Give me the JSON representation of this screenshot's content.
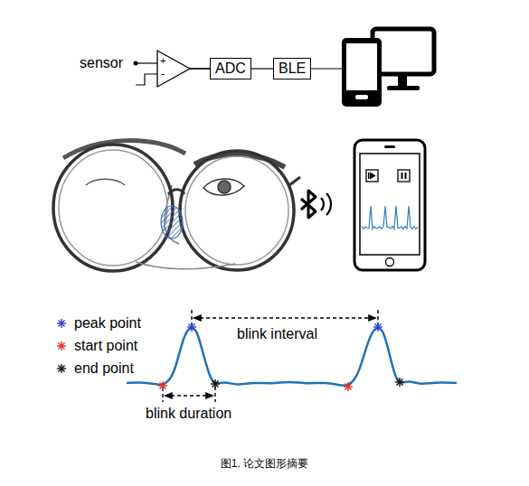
{
  "diagram": {
    "caption": "图1. 论文图形摘要",
    "nodes": [
      {
        "text": [
          "ADC"
        ]
      },
      {
        "text": [
          "BLE"
        ]
      }
    ],
    "edges": [
      {
        "from": 0,
        "to": 1,
        "arrow": "none"
      }
    ],
    "labels": [
      "sensor",
      "+",
      "-",
      "blink interval",
      "blink duration"
    ],
    "legend": [
      {
        "text": "peak point"
      },
      {
        "text": "start point"
      },
      {
        "text": "end point"
      }
    ]
  }
}
